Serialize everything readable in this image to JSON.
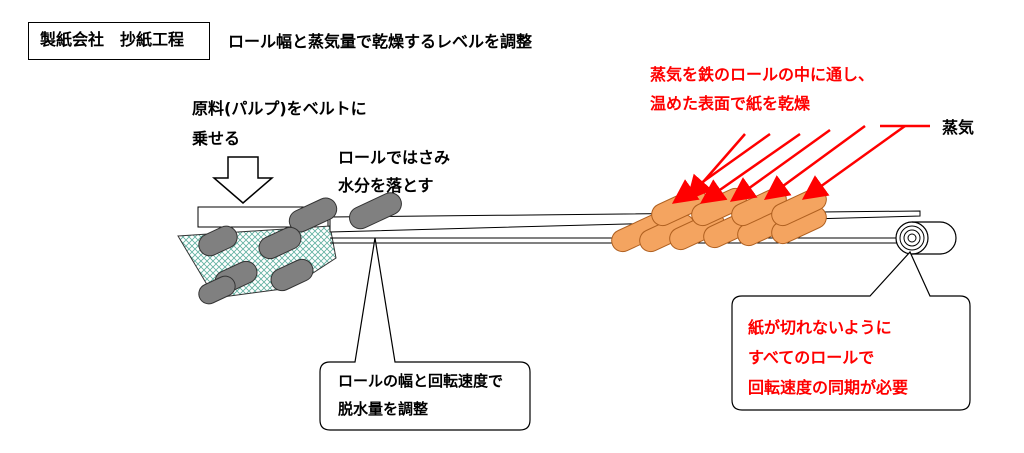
{
  "header": {
    "title": "製紙会社　抄紙工程",
    "subtitle": "ロール幅と蒸気量で乾燥するレベルを調整"
  },
  "labels": {
    "pulp_line1": "原料(パルプ)をベルトに",
    "pulp_line2": "乗せる",
    "press_line1": "ロールではさみ",
    "press_line2": "水分を落とす",
    "steam_line1": "蒸気を鉄のロールの中に通し、",
    "steam_line2": "温めた表面で紙を乾燥",
    "steam_word": "蒸気"
  },
  "callouts": {
    "left": {
      "line1": "ロールの幅と回転速度で",
      "line2": "脱水量を調整"
    },
    "right": {
      "line1": "紙が切れないように",
      "line2": "すべてのロールで",
      "line3": "回転速度の同期が必要"
    }
  },
  "colors": {
    "text": "#000000",
    "accent_red": "#ff0000",
    "steam_roll": "#f4a460",
    "press_roll": "#808080",
    "felt": "#a8d8d8"
  }
}
